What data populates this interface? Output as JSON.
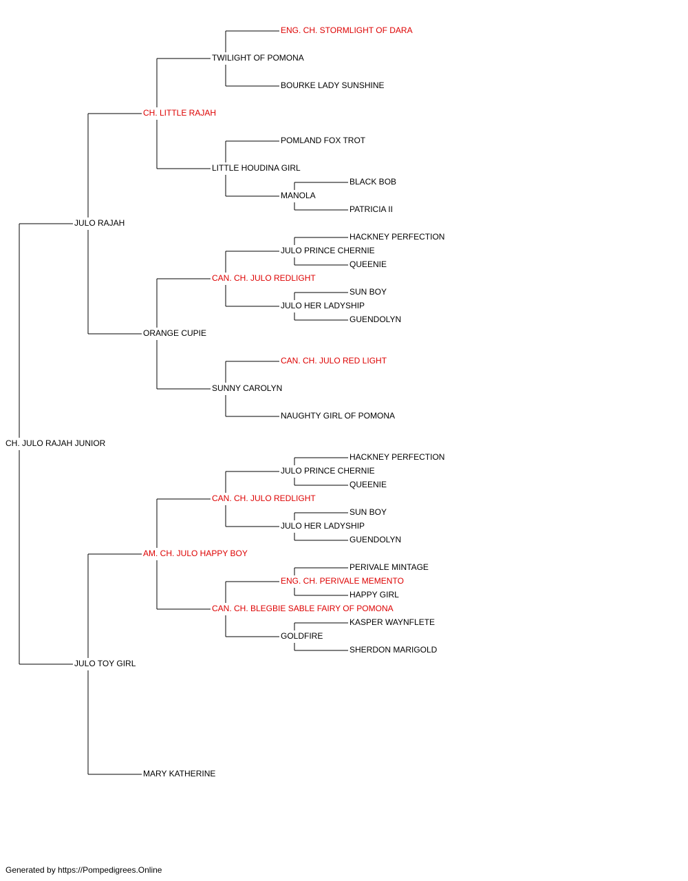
{
  "colors": {
    "text": "#000000",
    "champion": "#dd0000",
    "line": "#000000"
  },
  "footer": "Generated by https://Pompedigrees.Online",
  "pedigree": {
    "name": "CH. JULO RAJAH JUNIOR",
    "champion": false,
    "sire": {
      "name": "JULO RAJAH",
      "champion": false,
      "sire": {
        "name": "CH. LITTLE RAJAH",
        "champion": true,
        "sire": {
          "name": "TWILIGHT OF POMONA",
          "champion": false,
          "sire": {
            "name": "ENG. CH. STORMLIGHT OF DARA",
            "champion": true
          },
          "dam": {
            "name": "BOURKE LADY SUNSHINE",
            "champion": false
          }
        },
        "dam": {
          "name": "LITTLE HOUDINA GIRL",
          "champion": false,
          "sire": {
            "name": "POMLAND FOX TROT",
            "champion": false
          },
          "dam": {
            "name": "MANOLA",
            "champion": false,
            "sire": {
              "name": "BLACK BOB",
              "champion": false
            },
            "dam": {
              "name": "PATRICIA II",
              "champion": false
            }
          }
        }
      },
      "dam": {
        "name": "ORANGE CUPIE",
        "champion": false,
        "sire": {
          "name": "CAN. CH. JULO REDLIGHT",
          "champion": true,
          "sire": {
            "name": "JULO PRINCE CHERNIE",
            "champion": false,
            "sire": {
              "name": "HACKNEY PERFECTION",
              "champion": false
            },
            "dam": {
              "name": "QUEENIE",
              "champion": false
            }
          },
          "dam": {
            "name": "JULO HER LADYSHIP",
            "champion": false,
            "sire": {
              "name": "SUN BOY",
              "champion": false
            },
            "dam": {
              "name": "GUENDOLYN",
              "champion": false
            }
          }
        },
        "dam": {
          "name": "SUNNY CAROLYN",
          "champion": false,
          "sire": {
            "name": "CAN. CH. JULO RED LIGHT",
            "champion": true
          },
          "dam": {
            "name": "NAUGHTY GIRL OF POMONA",
            "champion": false
          }
        }
      }
    },
    "dam": {
      "name": "JULO TOY GIRL",
      "champion": false,
      "sire": {
        "name": "AM. CH. JULO HAPPY BOY",
        "champion": true,
        "sire": {
          "name": "CAN. CH. JULO REDLIGHT",
          "champion": true,
          "sire": {
            "name": "JULO PRINCE CHERNIE",
            "champion": false,
            "sire": {
              "name": "HACKNEY PERFECTION",
              "champion": false
            },
            "dam": {
              "name": "QUEENIE",
              "champion": false
            }
          },
          "dam": {
            "name": "JULO HER LADYSHIP",
            "champion": false,
            "sire": {
              "name": "SUN BOY",
              "champion": false
            },
            "dam": {
              "name": "GUENDOLYN",
              "champion": false
            }
          }
        },
        "dam": {
          "name": "CAN. CH. BLEGBIE SABLE FAIRY OF POMONA",
          "champion": true,
          "sire": {
            "name": "ENG. CH. PERIVALE MEMENTO",
            "champion": true,
            "sire": {
              "name": "PERIVALE MINTAGE",
              "champion": false
            },
            "dam": {
              "name": "HAPPY GIRL",
              "champion": false
            }
          },
          "dam": {
            "name": "GOLDFIRE",
            "champion": false,
            "sire": {
              "name": "KASPER WAYNFLETE",
              "champion": false
            },
            "dam": {
              "name": "SHERDON MARIGOLD",
              "champion": false
            }
          }
        }
      },
      "dam": {
        "name": "MARY KATHERINE",
        "champion": false
      }
    }
  }
}
